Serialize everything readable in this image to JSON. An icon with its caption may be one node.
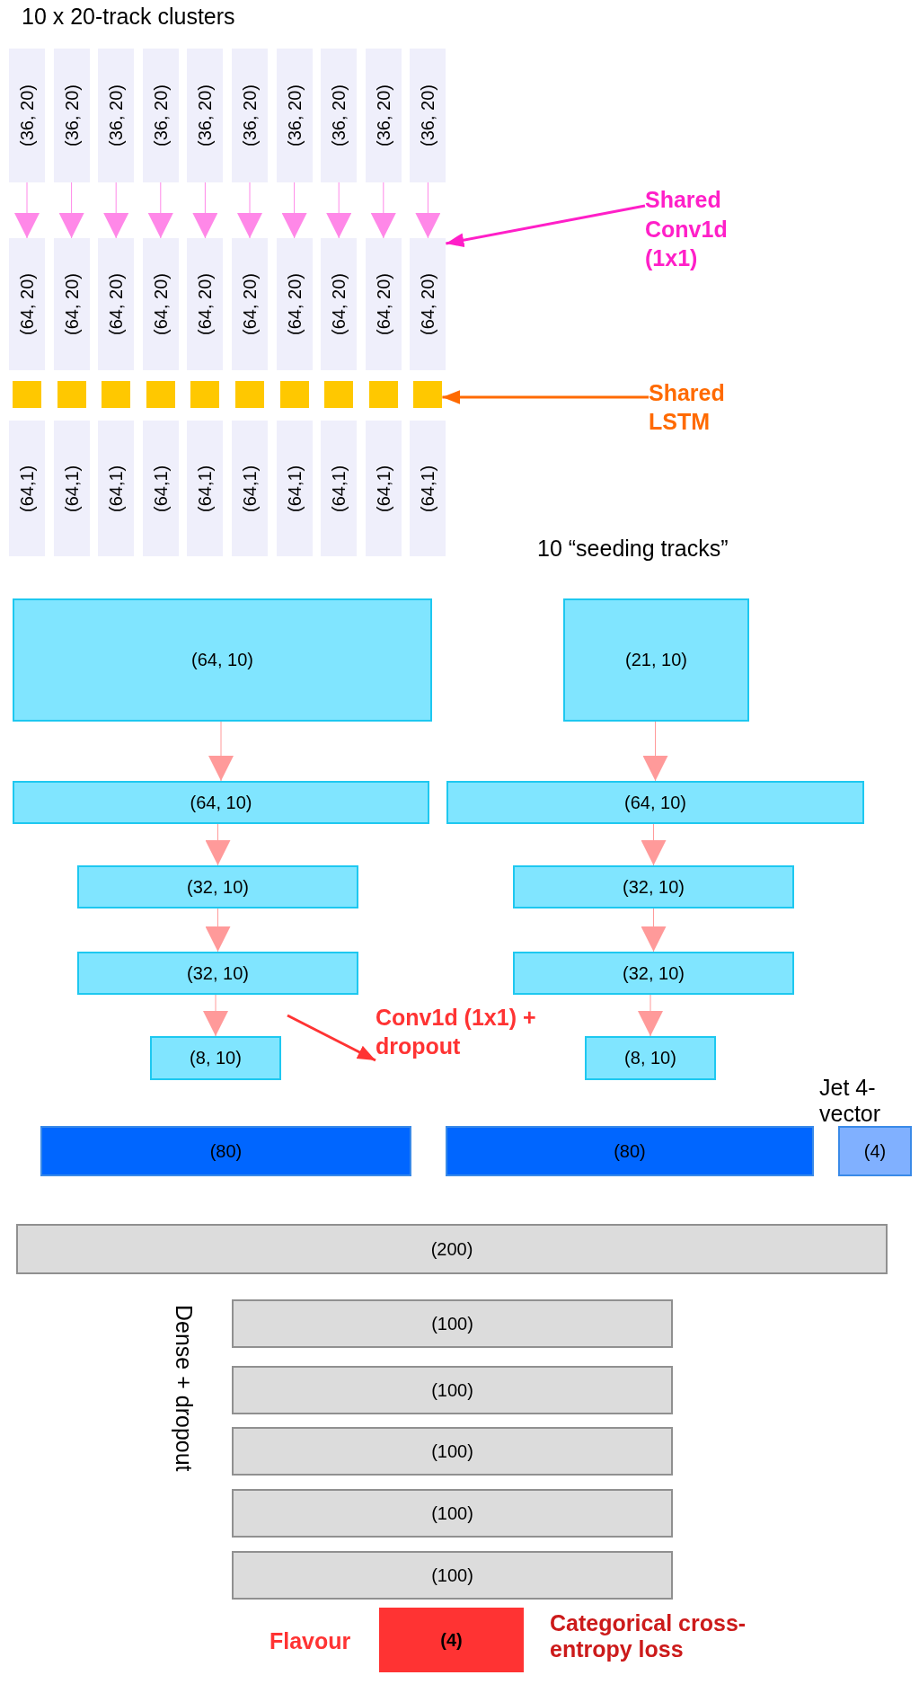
{
  "diagram": {
    "nodes": [
      {
        "text": [
          "(36, 20)"
        ]
      },
      {
        "text": [
          "(36, 20)"
        ]
      },
      {
        "text": [
          "(36, 20)"
        ]
      },
      {
        "text": [
          "(36, 20)"
        ]
      },
      {
        "text": [
          "(36, 20)"
        ]
      },
      {
        "text": [
          "(36, 20)"
        ]
      },
      {
        "text": [
          "(36, 20)"
        ]
      },
      {
        "text": [
          "(36, 20)"
        ]
      },
      {
        "text": [
          "(36, 20)"
        ]
      },
      {
        "text": [
          "(36, 20)"
        ]
      },
      {
        "text": [
          "(64, 20)"
        ]
      },
      {
        "text": [
          "(64, 20)"
        ]
      },
      {
        "text": [
          "(64, 20)"
        ]
      },
      {
        "text": [
          "(64, 20)"
        ]
      },
      {
        "text": [
          "(64, 20)"
        ]
      },
      {
        "text": [
          "(64, 20)"
        ]
      },
      {
        "text": [
          "(64, 20)"
        ]
      },
      {
        "text": [
          "(64, 20)"
        ]
      },
      {
        "text": [
          "(64, 20)"
        ]
      },
      {
        "text": [
          "(64, 20)"
        ]
      },
      {
        "text": [],
        "shape": "box"
      },
      {
        "text": [],
        "shape": "box"
      },
      {
        "text": [],
        "shape": "box"
      },
      {
        "text": [],
        "shape": "box"
      },
      {
        "text": [],
        "shape": "box"
      },
      {
        "text": [],
        "shape": "box"
      },
      {
        "text": [],
        "shape": "box"
      },
      {
        "text": [],
        "shape": "box"
      },
      {
        "text": [],
        "shape": "box"
      },
      {
        "text": [],
        "shape": "box"
      },
      {
        "text": [
          "(64,1)"
        ]
      },
      {
        "text": [
          "(64,1)"
        ]
      },
      {
        "text": [
          "(64,1)"
        ]
      },
      {
        "text": [
          "(64,1)"
        ]
      },
      {
        "text": [
          "(64,1)"
        ]
      },
      {
        "text": [
          "(64,1)"
        ]
      },
      {
        "text": [
          "(64,1)"
        ]
      },
      {
        "text": [
          "(64,1)"
        ]
      },
      {
        "text": [
          "(64,1)"
        ]
      },
      {
        "text": [
          "(64,1)"
        ]
      },
      {
        "text": [
          "Shared Conv1d (1x1)"
        ]
      },
      {
        "text": [
          "Shared LSTM"
        ]
      },
      {
        "text": [
          "(64, 10)"
        ]
      },
      {
        "text": [
          "(21, 10)"
        ]
      },
      {
        "text": [
          "(64, 10)"
        ]
      },
      {
        "text": [
          "(64, 10)"
        ]
      },
      {
        "text": [
          "(32, 10)"
        ]
      },
      {
        "text": [
          "(32, 10)"
        ]
      },
      {
        "text": [
          "(32, 10)"
        ]
      },
      {
        "text": [
          "(32, 10)"
        ]
      },
      {
        "text": [
          "(8, 10)"
        ]
      },
      {
        "text": [
          "Conv1d (1x1) + dropout"
        ]
      },
      {
        "text": [
          "(8, 10)"
        ]
      },
      {
        "text": [
          "(80)"
        ]
      },
      {
        "text": [
          "(80)"
        ]
      },
      {
        "text": [
          "(4)"
        ],
        "beside": [
          "Jet 4-vector"
        ]
      },
      {
        "text": [
          "(200)"
        ]
      },
      {
        "text": [
          "(100)"
        ]
      },
      {
        "text": [
          "(100)"
        ]
      },
      {
        "text": [
          "(100)"
        ]
      },
      {
        "text": [
          "(100)"
        ]
      },
      {
        "text": [
          "(100)"
        ]
      },
      {
        "text": [
          "(4)"
        ]
      }
    ],
    "edges": [
      {
        "from": 0,
        "to": 10,
        "arrow": "to"
      },
      {
        "from": 1,
        "to": 11,
        "arrow": "to"
      },
      {
        "from": 2,
        "to": 12,
        "arrow": "to"
      },
      {
        "from": 3,
        "to": 13,
        "arrow": "to"
      },
      {
        "from": 4,
        "to": 14,
        "arrow": "to"
      },
      {
        "from": 5,
        "to": 15,
        "arrow": "to"
      },
      {
        "from": 6,
        "to": 16,
        "arrow": "to"
      },
      {
        "from": 7,
        "to": 17,
        "arrow": "to"
      },
      {
        "from": 8,
        "to": 18,
        "arrow": "to"
      },
      {
        "from": 9,
        "to": 19,
        "arrow": "to"
      },
      {
        "from": 40,
        "to": 19,
        "arrow": "to",
        "color": "#ff1fc8"
      },
      {
        "from": 41,
        "to": 29,
        "arrow": "to",
        "color": "#ff6a00"
      },
      {
        "from": 42,
        "to": 44,
        "arrow": "to",
        "color": "#ff9a9a"
      },
      {
        "from": 44,
        "to": 46,
        "arrow": "to",
        "color": "#ff9a9a"
      },
      {
        "from": 46,
        "to": 48,
        "arrow": "to",
        "color": "#ff9a9a"
      },
      {
        "from": 48,
        "to": 50,
        "arrow": "to",
        "color": "#ff9a9a"
      },
      {
        "from": 43,
        "to": 45,
        "arrow": "to",
        "color": "#ff9a9a"
      },
      {
        "from": 45,
        "to": 47,
        "arrow": "to",
        "color": "#ff9a9a"
      },
      {
        "from": 47,
        "to": 49,
        "arrow": "to",
        "color": "#ff9a9a"
      },
      {
        "from": 49,
        "to": 52,
        "arrow": "to",
        "color": "#ff9a9a"
      },
      {
        "from": null,
        "to": 51,
        "arrow": "to",
        "color": "#ff3333"
      }
    ],
    "labels": [
      "10 x 20-track clusters",
      "10 “seeding tracks”",
      "Dense + dropout",
      "Flavour",
      "Categorical cross-entropy loss"
    ]
  }
}
